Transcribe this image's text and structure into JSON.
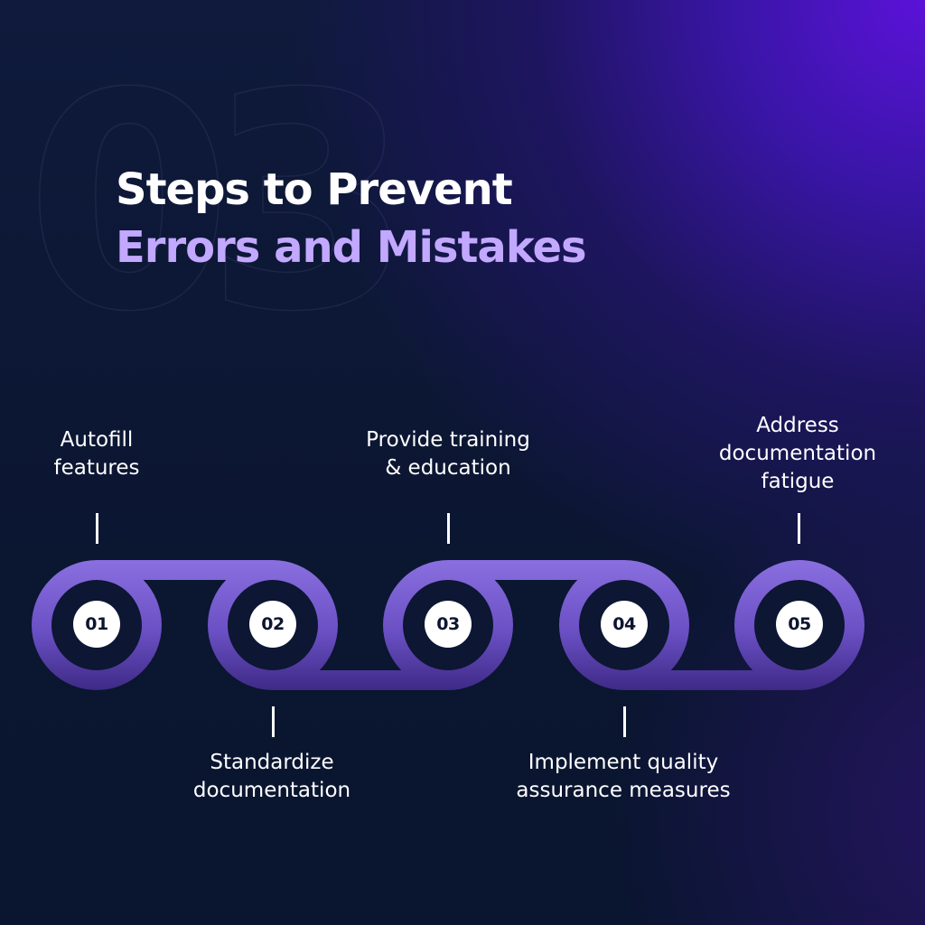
{
  "background_number": "03",
  "title": {
    "line1": "Steps to Prevent",
    "line2": "Errors and Mistakes"
  },
  "steps": [
    {
      "number": "01",
      "label": "Autofill\nfeatures"
    },
    {
      "number": "02",
      "label": "Standardize\ndocumentation"
    },
    {
      "number": "03",
      "label": "Provide training\n& education"
    },
    {
      "number": "04",
      "label": "Implement quality\nassurance measures"
    },
    {
      "number": "05",
      "label": "Address\ndocumentation\nfatigue"
    }
  ],
  "colors": {
    "title_primary": "#ffffff",
    "title_accent": "#c2a8ff",
    "chain_light": "#8a6fe0",
    "chain_dark": "#3e2a86",
    "badge_fill": "#ffffff",
    "badge_text": "#0d1530"
  }
}
